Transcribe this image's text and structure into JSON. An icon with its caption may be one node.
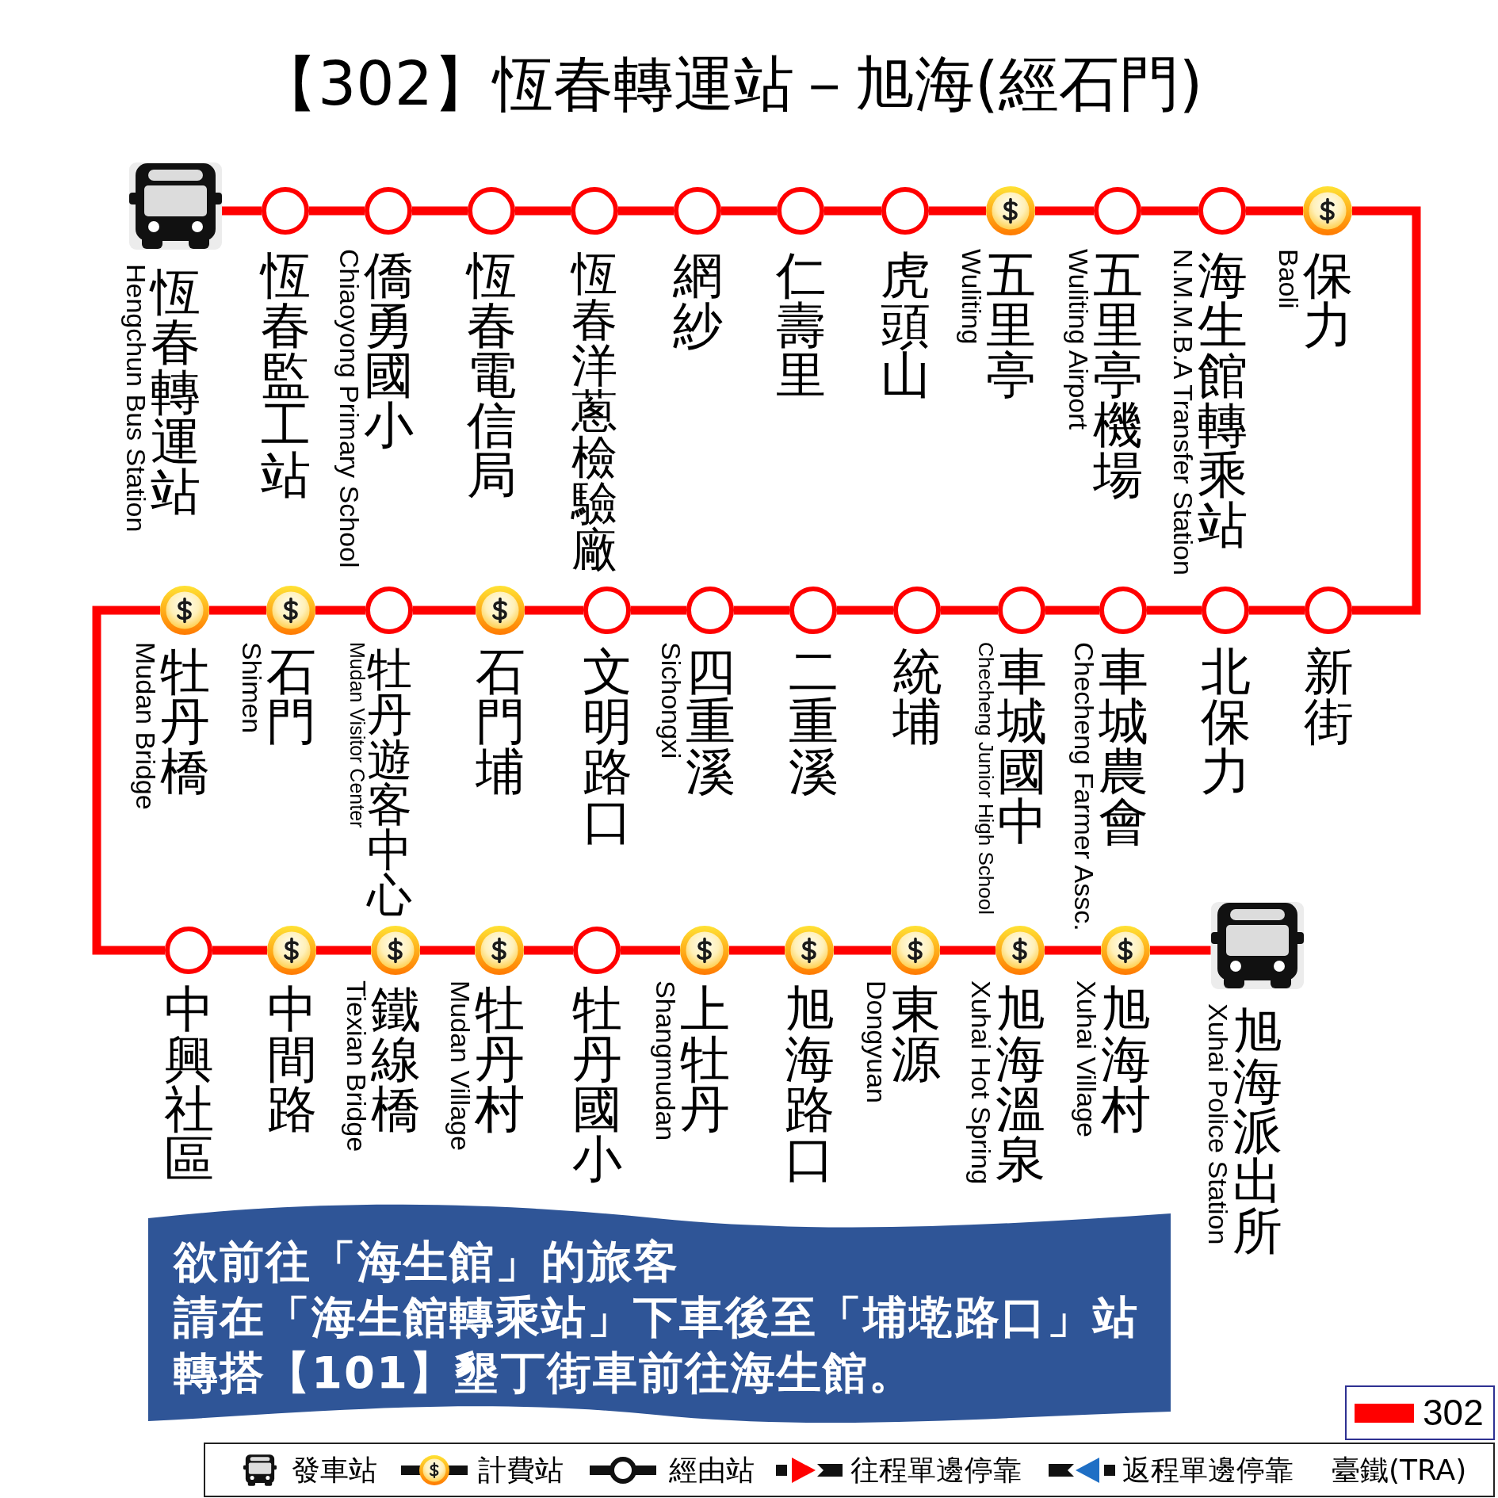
{
  "diagram": {
    "title": "【302】恆春轉運站－旭海(經石門)",
    "nodes": [
      {
        "text": [],
        "shape": "bus",
        "beside": [
          "恆春轉運站",
          "Hengchun Bus Station"
        ]
      },
      {
        "text": [],
        "shape": "circle",
        "beside": [
          "恆春監工站"
        ]
      },
      {
        "text": [],
        "shape": "circle",
        "beside": [
          "僑勇國小",
          "Chiaoyong Primary School"
        ]
      },
      {
        "text": [],
        "shape": "circle",
        "beside": [
          "恆春電信局"
        ]
      },
      {
        "text": [],
        "shape": "circle",
        "beside": [
          "恆春洋蔥檢驗廠"
        ]
      },
      {
        "text": [],
        "shape": "circle",
        "beside": [
          "網紗"
        ]
      },
      {
        "text": [],
        "shape": "circle",
        "beside": [
          "仁壽里"
        ]
      },
      {
        "text": [],
        "shape": "circle",
        "beside": [
          "虎頭山"
        ]
      },
      {
        "text": [],
        "shape": "coin",
        "beside": [
          "五里亭",
          "Wuliting"
        ]
      },
      {
        "text": [],
        "shape": "circle",
        "beside": [
          "五里亭機場",
          "Wuliting Airport"
        ]
      },
      {
        "text": [],
        "shape": "circle",
        "beside": [
          "海生館轉乘站",
          "N.M.M.B.A Transfer Station"
        ]
      },
      {
        "text": [],
        "shape": "coin",
        "beside": [
          "保力",
          "Baoli"
        ]
      },
      {
        "text": [],
        "shape": "circle",
        "beside": [
          "新街"
        ]
      },
      {
        "text": [],
        "shape": "circle",
        "beside": [
          "北保力"
        ]
      },
      {
        "text": [],
        "shape": "circle",
        "beside": [
          "車城農會",
          "Checheng Farmer Assc."
        ]
      },
      {
        "text": [],
        "shape": "circle",
        "beside": [
          "車城國中",
          "Checheng Junior High School"
        ]
      },
      {
        "text": [],
        "shape": "circle",
        "beside": [
          "統埔"
        ]
      },
      {
        "text": [],
        "shape": "circle",
        "beside": [
          "二重溪"
        ]
      },
      {
        "text": [],
        "shape": "circle",
        "beside": [
          "四重溪",
          "Sichongxi"
        ]
      },
      {
        "text": [],
        "shape": "circle",
        "beside": [
          "文明路口"
        ]
      },
      {
        "text": [],
        "shape": "coin",
        "beside": [
          "石門埔"
        ]
      },
      {
        "text": [],
        "shape": "circle",
        "beside": [
          "牡丹遊客中心",
          "Mudan Visitor Center"
        ]
      },
      {
        "text": [],
        "shape": "coin",
        "beside": [
          "石門",
          "Shimen"
        ]
      },
      {
        "text": [],
        "shape": "coin",
        "beside": [
          "牡丹橋",
          "Mudan Bridge"
        ]
      },
      {
        "text": [],
        "shape": "circle",
        "beside": [
          "中興社區"
        ]
      },
      {
        "text": [],
        "shape": "coin",
        "beside": [
          "中間路"
        ]
      },
      {
        "text": [],
        "shape": "coin",
        "beside": [
          "鐵線橋",
          "Tiexian Bridge"
        ]
      },
      {
        "text": [],
        "shape": "coin",
        "beside": [
          "牡丹村",
          "Mudan Village"
        ]
      },
      {
        "text": [],
        "shape": "circle",
        "beside": [
          "牡丹國小"
        ]
      },
      {
        "text": [],
        "shape": "coin",
        "beside": [
          "上牡丹",
          "Shangmudan"
        ]
      },
      {
        "text": [],
        "shape": "coin",
        "beside": [
          "旭海路口"
        ]
      },
      {
        "text": [],
        "shape": "coin",
        "beside": [
          "東源",
          "Dongyuan"
        ]
      },
      {
        "text": [],
        "shape": "coin",
        "beside": [
          "旭海溫泉",
          "Xuhai Hot Spring"
        ]
      },
      {
        "text": [],
        "shape": "coin",
        "beside": [
          "旭海村",
          "Xuhai Village"
        ]
      },
      {
        "text": [],
        "shape": "bus",
        "beside": [
          "旭海派出所",
          "Xuhai Police Station"
        ]
      },
      {
        "text": [
          "欲前往「海生館」的旅客",
          "請在「海生館轉乘站」下車後至「埔墘路口」站",
          "轉搭【101】墾丁街車前往海生館。"
        ]
      }
    ],
    "edges": [
      {
        "from": 0,
        "to": 1,
        "arrow": "none"
      },
      {
        "from": 1,
        "to": 2,
        "arrow": "none"
      },
      {
        "from": 2,
        "to": 3,
        "arrow": "none"
      },
      {
        "from": 3,
        "to": 4,
        "arrow": "none"
      },
      {
        "from": 4,
        "to": 5,
        "arrow": "none"
      },
      {
        "from": 5,
        "to": 6,
        "arrow": "none"
      },
      {
        "from": 6,
        "to": 7,
        "arrow": "none"
      },
      {
        "from": 7,
        "to": 8,
        "arrow": "none"
      },
      {
        "from": 8,
        "to": 9,
        "arrow": "none"
      },
      {
        "from": 9,
        "to": 10,
        "arrow": "none"
      },
      {
        "from": 10,
        "to": 11,
        "arrow": "none"
      },
      {
        "from": 11,
        "to": 12,
        "arrow": "none"
      },
      {
        "from": 12,
        "to": 13,
        "arrow": "none"
      },
      {
        "from": 13,
        "to": 14,
        "arrow": "none"
      },
      {
        "from": 14,
        "to": 15,
        "arrow": "none"
      },
      {
        "from": 15,
        "to": 16,
        "arrow": "none"
      },
      {
        "from": 16,
        "to": 17,
        "arrow": "none"
      },
      {
        "from": 17,
        "to": 18,
        "arrow": "none"
      },
      {
        "from": 18,
        "to": 19,
        "arrow": "none"
      },
      {
        "from": 19,
        "to": 20,
        "arrow": "none"
      },
      {
        "from": 20,
        "to": 21,
        "arrow": "none"
      },
      {
        "from": 21,
        "to": 22,
        "arrow": "none"
      },
      {
        "from": 22,
        "to": 23,
        "arrow": "none"
      },
      {
        "from": 23,
        "to": 24,
        "arrow": "none"
      },
      {
        "from": 24,
        "to": 25,
        "arrow": "none"
      },
      {
        "from": 25,
        "to": 26,
        "arrow": "none"
      },
      {
        "from": 26,
        "to": 27,
        "arrow": "none"
      },
      {
        "from": 27,
        "to": 28,
        "arrow": "none"
      },
      {
        "from": 28,
        "to": 29,
        "arrow": "none"
      },
      {
        "from": 29,
        "to": 30,
        "arrow": "none"
      },
      {
        "from": 30,
        "to": 31,
        "arrow": "none"
      },
      {
        "from": 31,
        "to": 32,
        "arrow": "none"
      },
      {
        "from": 32,
        "to": 33,
        "arrow": "none"
      },
      {
        "from": 33,
        "to": 34,
        "arrow": "none"
      }
    ],
    "legend": [
      {
        "text": "302",
        "color": "#ff0000"
      },
      {
        "text": "發車站"
      },
      {
        "text": "計費站"
      },
      {
        "text": "經由站"
      },
      {
        "text": "往程單邊停靠"
      },
      {
        "text": "返程單邊停靠"
      },
      {
        "text": "臺鐵(TRA)"
      }
    ]
  }
}
